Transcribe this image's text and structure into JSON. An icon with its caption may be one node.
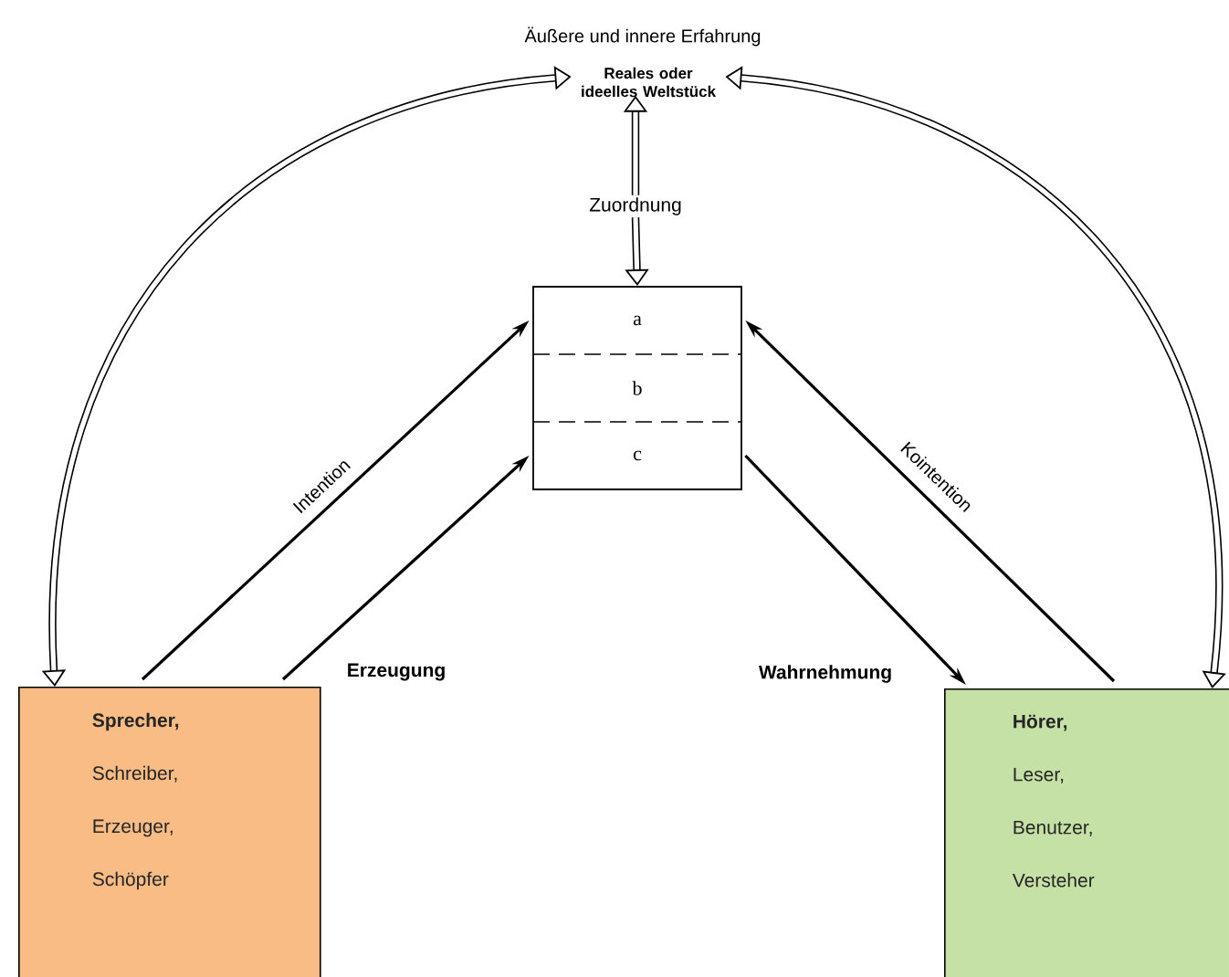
{
  "diagram": {
    "nodes": [
      {
        "text": [
          "Reales oder ideelles Weltstück"
        ]
      },
      {
        "text": [],
        "shape": "box"
      },
      {
        "text": [
          "a"
        ],
        "in": 1
      },
      {
        "text": [
          "b"
        ],
        "in": 1
      },
      {
        "text": [
          "c"
        ],
        "in": 1
      },
      {
        "text": [
          "Sprecher,",
          "Schreiber,",
          "Erzeuger,",
          "Schöpfer"
        ]
      },
      {
        "text": [
          "Hörer,",
          "Leser,",
          "Benutzer,",
          "Versteher"
        ]
      },
      {
        "text": [
          "Zuordnung"
        ]
      }
    ],
    "edges": [
      {
        "from": 5,
        "to": 0,
        "arrow": "both",
        "style": "thick"
      },
      {
        "from": 6,
        "to": 0,
        "arrow": "both",
        "style": "thick"
      },
      {
        "from": 7,
        "to": 0,
        "arrow": "to",
        "style": "thick"
      },
      {
        "from": 7,
        "to": 1,
        "arrow": "to",
        "style": "thick"
      },
      {
        "from": 5,
        "to": 2,
        "arrow": "to",
        "label": "Intention"
      },
      {
        "from": 5,
        "to": 4,
        "arrow": "to",
        "label": "Erzeugung"
      },
      {
        "from": 4,
        "to": 6,
        "arrow": "to",
        "label": "Wahrnehmung"
      },
      {
        "from": 6,
        "to": 2,
        "arrow": "to",
        "label": "Kointention"
      }
    ],
    "labels": [
      "Äußere und innere Erfahrung"
    ]
  }
}
